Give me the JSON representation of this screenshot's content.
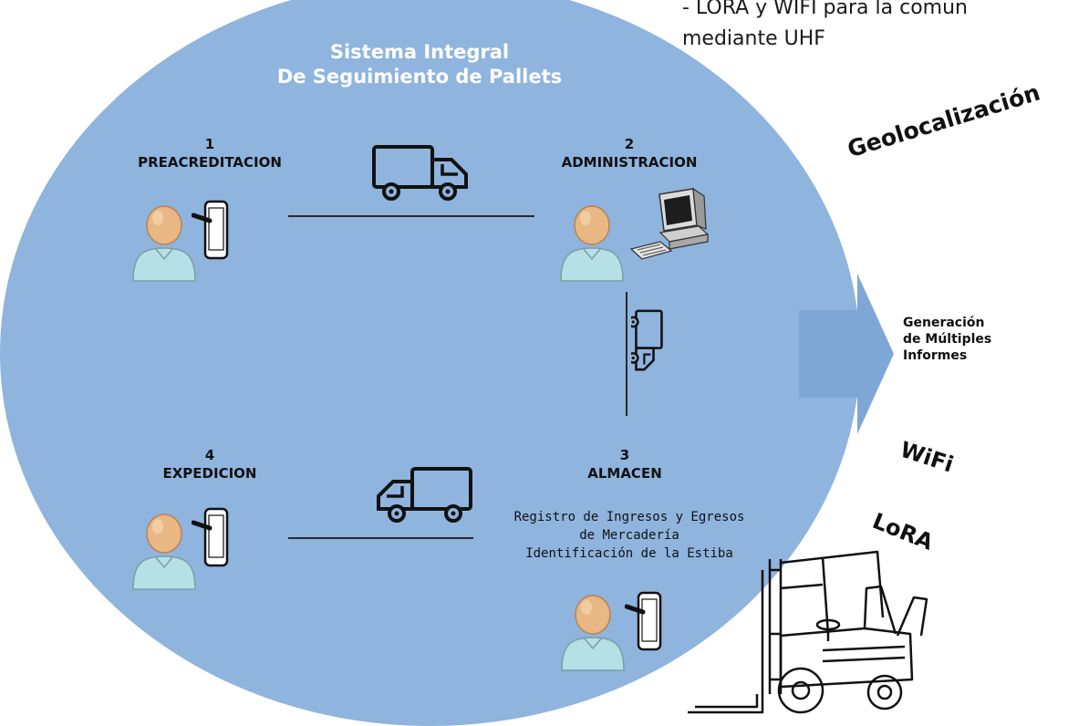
{
  "note": {
    "line1": "- LORA y WIFI para la comun",
    "line2": "mediante UHF"
  },
  "system": {
    "title_line1": "Sistema Integral",
    "title_line2": "De Seguimiento de Pallets"
  },
  "stations": [
    {
      "number": "1",
      "name": "PREACREDITACION"
    },
    {
      "number": "2",
      "name": "ADMINISTRACION"
    },
    {
      "number": "3",
      "name": "ALMACEN",
      "description": [
        "Registro de Ingresos y Egresos",
        "de Mercadería",
        "Identificación de la Estiba"
      ]
    },
    {
      "number": "4",
      "name": "EXPEDICION"
    }
  ],
  "output": {
    "line1": "Generación",
    "line2": "de Múltiples",
    "line3": "Informes"
  },
  "technologies": {
    "geo": "Geolocalización",
    "wifi": "WiFi",
    "lora": "LoRA"
  },
  "colors": {
    "circle": "#8fb4de",
    "arrow": "#7ea7d6",
    "skin": "#e8b784",
    "body": "#b7dfe6",
    "outline": "#111111"
  },
  "icons": [
    "user-icon",
    "tablet-icon",
    "truck-icon",
    "computer-icon",
    "forklift-icon"
  ]
}
